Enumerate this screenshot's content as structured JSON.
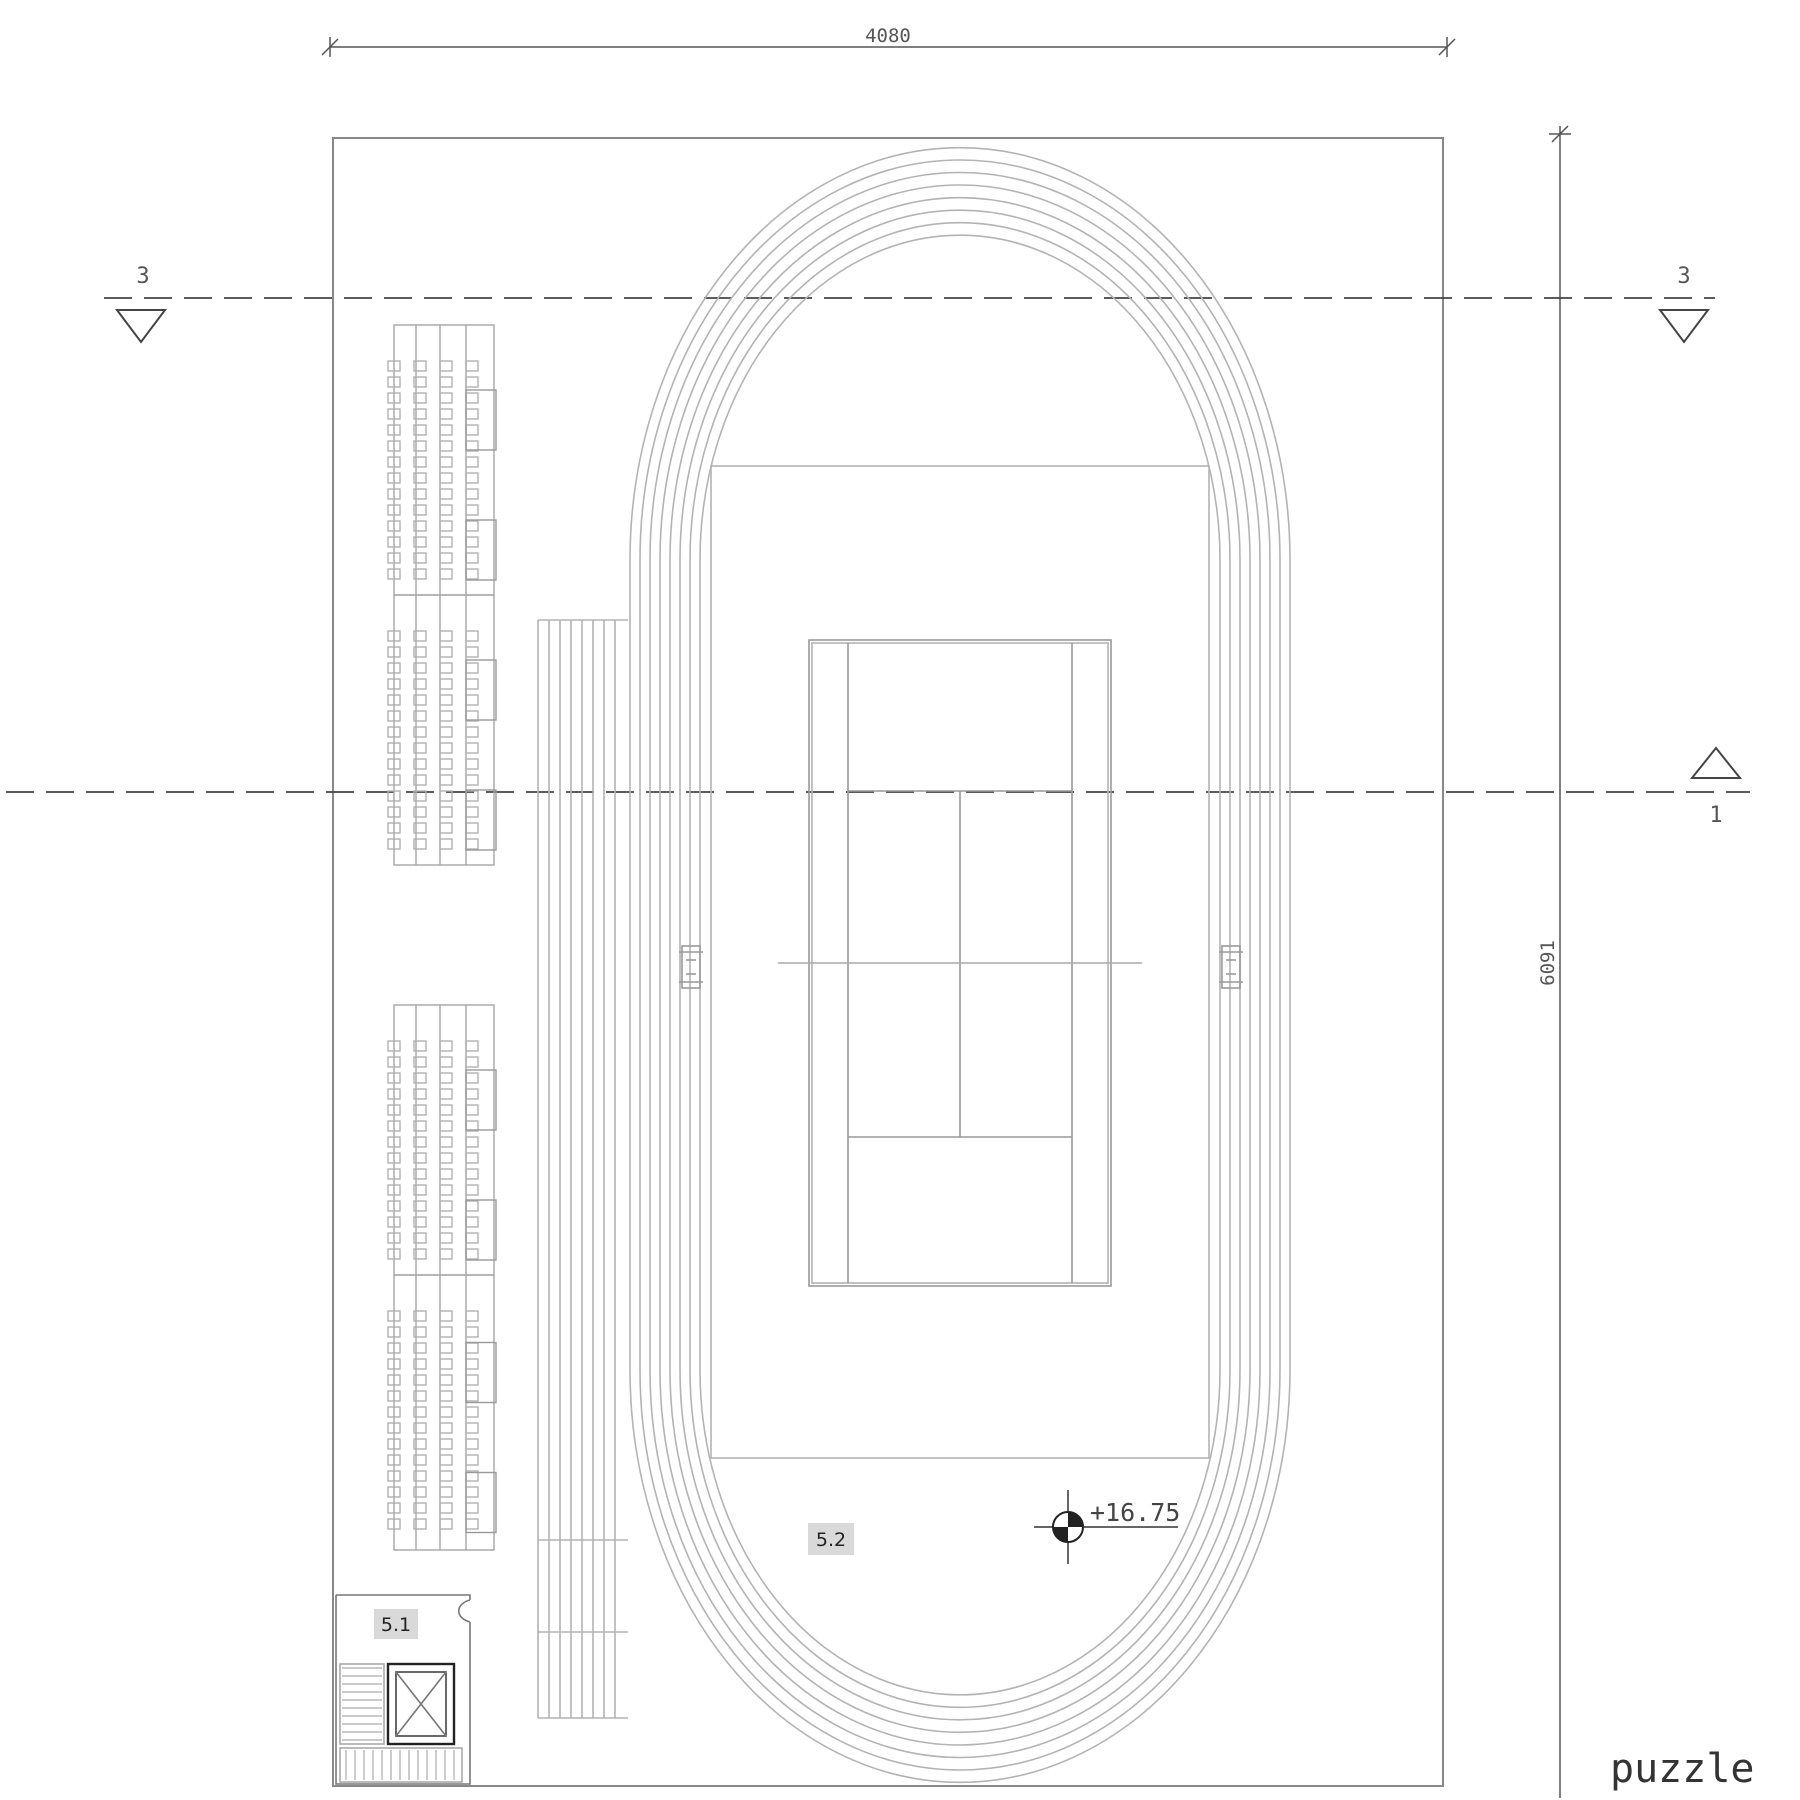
{
  "dimensions": {
    "width_label": "4080",
    "height_label": "6091"
  },
  "section_markers": {
    "top_left": "3",
    "top_right": "3",
    "right_middle": "1"
  },
  "rooms": {
    "room_a": "5.1",
    "room_b": "5.2"
  },
  "elevation": "+16.75",
  "brand": "puzzle",
  "colors": {
    "line_dark": "#666666",
    "line_light": "#b3b3b3",
    "label_bg": "#d9d9d9"
  }
}
